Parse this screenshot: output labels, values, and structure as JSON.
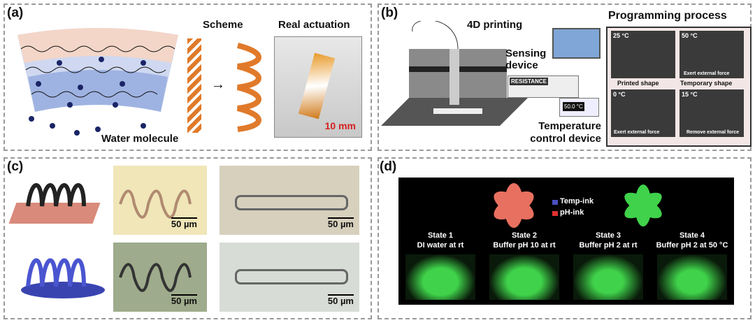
{
  "panel_a": {
    "label": "(a)",
    "scheme": "Scheme",
    "real_actuation": "Real actuation",
    "scale": "10 mm",
    "water": "Water molecule"
  },
  "panel_b": {
    "label": "(b)",
    "printing": "4D printing",
    "sensing": "Sensing device",
    "resistance": "RESISTANCE",
    "temp_readout": "50.0 °C",
    "temp_control": "Temperature control device",
    "programming": "Programming process",
    "photos": [
      {
        "temp": "25 °C",
        "caption": ""
      },
      {
        "temp": "50 °C",
        "caption": "Exert external force"
      },
      {
        "temp": "0 °C",
        "caption": "Exert external force"
      },
      {
        "temp": "15 °C",
        "caption": "Remove external force"
      }
    ],
    "row_labels": [
      "Printed shape",
      "Temporary shape"
    ]
  },
  "panel_c": {
    "label": "(c)",
    "scales": [
      "50 µm",
      "50 µm",
      "50 µm",
      "50 µm"
    ]
  },
  "panel_d": {
    "label": "(d)",
    "legend": [
      "Temp-ink",
      "pH-ink"
    ],
    "legend_colors": [
      "#4a4fc0",
      "#e03030"
    ],
    "states": [
      {
        "name": "State 1",
        "cond": "DI water at rt"
      },
      {
        "name": "State 2",
        "cond": "Buffer pH 10 at rt"
      },
      {
        "name": "State 3",
        "cond": "Buffer pH 2 at rt"
      },
      {
        "name": "State 4",
        "cond": "Buffer pH 2 at 50 °C"
      }
    ]
  }
}
